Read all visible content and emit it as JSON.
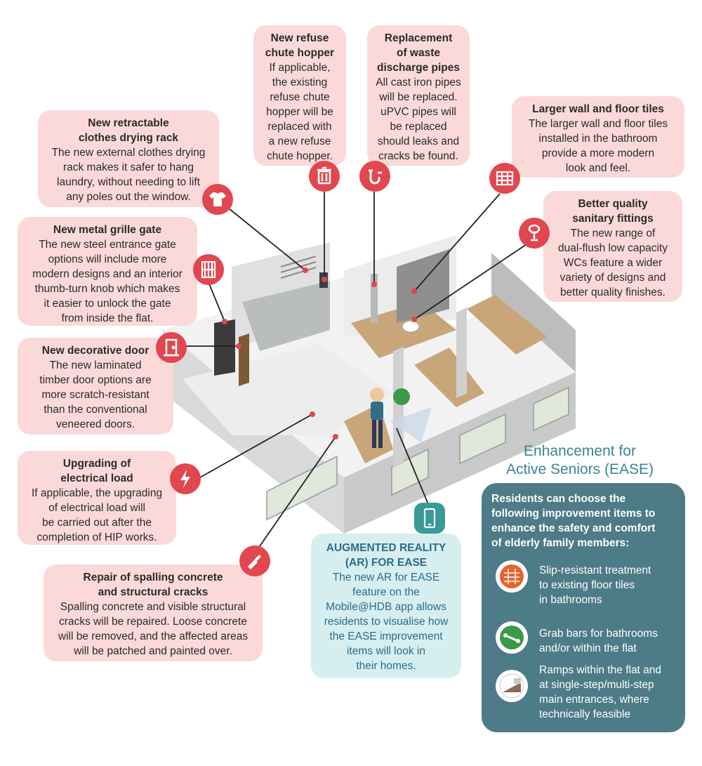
{
  "callouts": {
    "refuse_hopper": {
      "title": "New refuse\nchute hopper",
      "body": "If applicable,\nthe existing\nrefuse chute\nhopper will be\nreplaced with\na new refuse\nchute hopper."
    },
    "waste_pipes": {
      "title": "Replacement\nof waste\ndischarge pipes",
      "body": "All cast iron pipes\nwill be replaced.\nuPVC pipes will\nbe replaced\nshould leaks and\ncracks be found."
    },
    "tiles": {
      "title": "Larger wall and floor tiles",
      "body": "The larger wall and floor tiles\ninstalled in the bathroom\nprovide a more modern\nlook and feel."
    },
    "sanitary": {
      "title": "Better quality\nsanitary fittings",
      "body": "The new range of\ndual-flush low capacity\nWCs feature a wider\nvariety of designs and\nbetter quality finishes."
    },
    "drying_rack": {
      "title": "New retractable\nclothes drying rack",
      "body": "The new external clothes drying\nrack makes it safer to hang\nlaundry, without needing to lift\nany poles out the window."
    },
    "grille_gate": {
      "title": "New metal grille gate",
      "body": "The new steel entrance gate\noptions will include more\nmodern designs and an interior\nthumb-turn knob which makes\nit easier to unlock the gate\nfrom inside the flat."
    },
    "door": {
      "title": "New decorative door",
      "body": "The new laminated\ntimber door options are\nmore scratch-resistant\nthan the conventional\nveneered doors."
    },
    "electrical": {
      "title": "Upgrading of\nelectrical load",
      "body": "If applicable, the upgrading\nof electrical load will\nbe carried out after the\ncompletion of HIP works."
    },
    "spalling": {
      "title": "Repair of spalling concrete\nand structural cracks",
      "body": "Spalling concrete and visible structural\ncracks will be repaired. Loose concrete\nwill be removed, and the affected areas\nwill be patched and painted over."
    }
  },
  "ar": {
    "title": "AUGMENTED REALITY\n(AR) FOR EASE",
    "body": "The new AR for EASE\nfeature on the\nMobile@HDB app allows\nresidents to visualise how\nthe EASE improvement\nitems will look in\ntheir homes."
  },
  "ease": {
    "title": "Enhancement for\nActive Seniors (EASE)",
    "intro": "Residents can choose the\nfollowing improvement items to\nenhance the safety and comfort\nof elderly family members:",
    "items": [
      {
        "text": "Slip-resistant treatment\nto existing floor tiles\nin bathrooms",
        "icon": "tile-treatment-icon"
      },
      {
        "text": "Grab bars for bathrooms\nand/or within the flat",
        "icon": "grab-bar-icon"
      },
      {
        "text": "Ramps within the flat and\nat single-step/multi-step\nmain entrances, where\ntechnically feasible",
        "icon": "ramp-icon"
      }
    ]
  },
  "colors": {
    "callout_bg": "#fcd9d9",
    "icon_red": "#e2464f",
    "teal": "#3a9a98",
    "ease_panel": "#4d7b87",
    "ar_bg": "#d7eeef"
  }
}
